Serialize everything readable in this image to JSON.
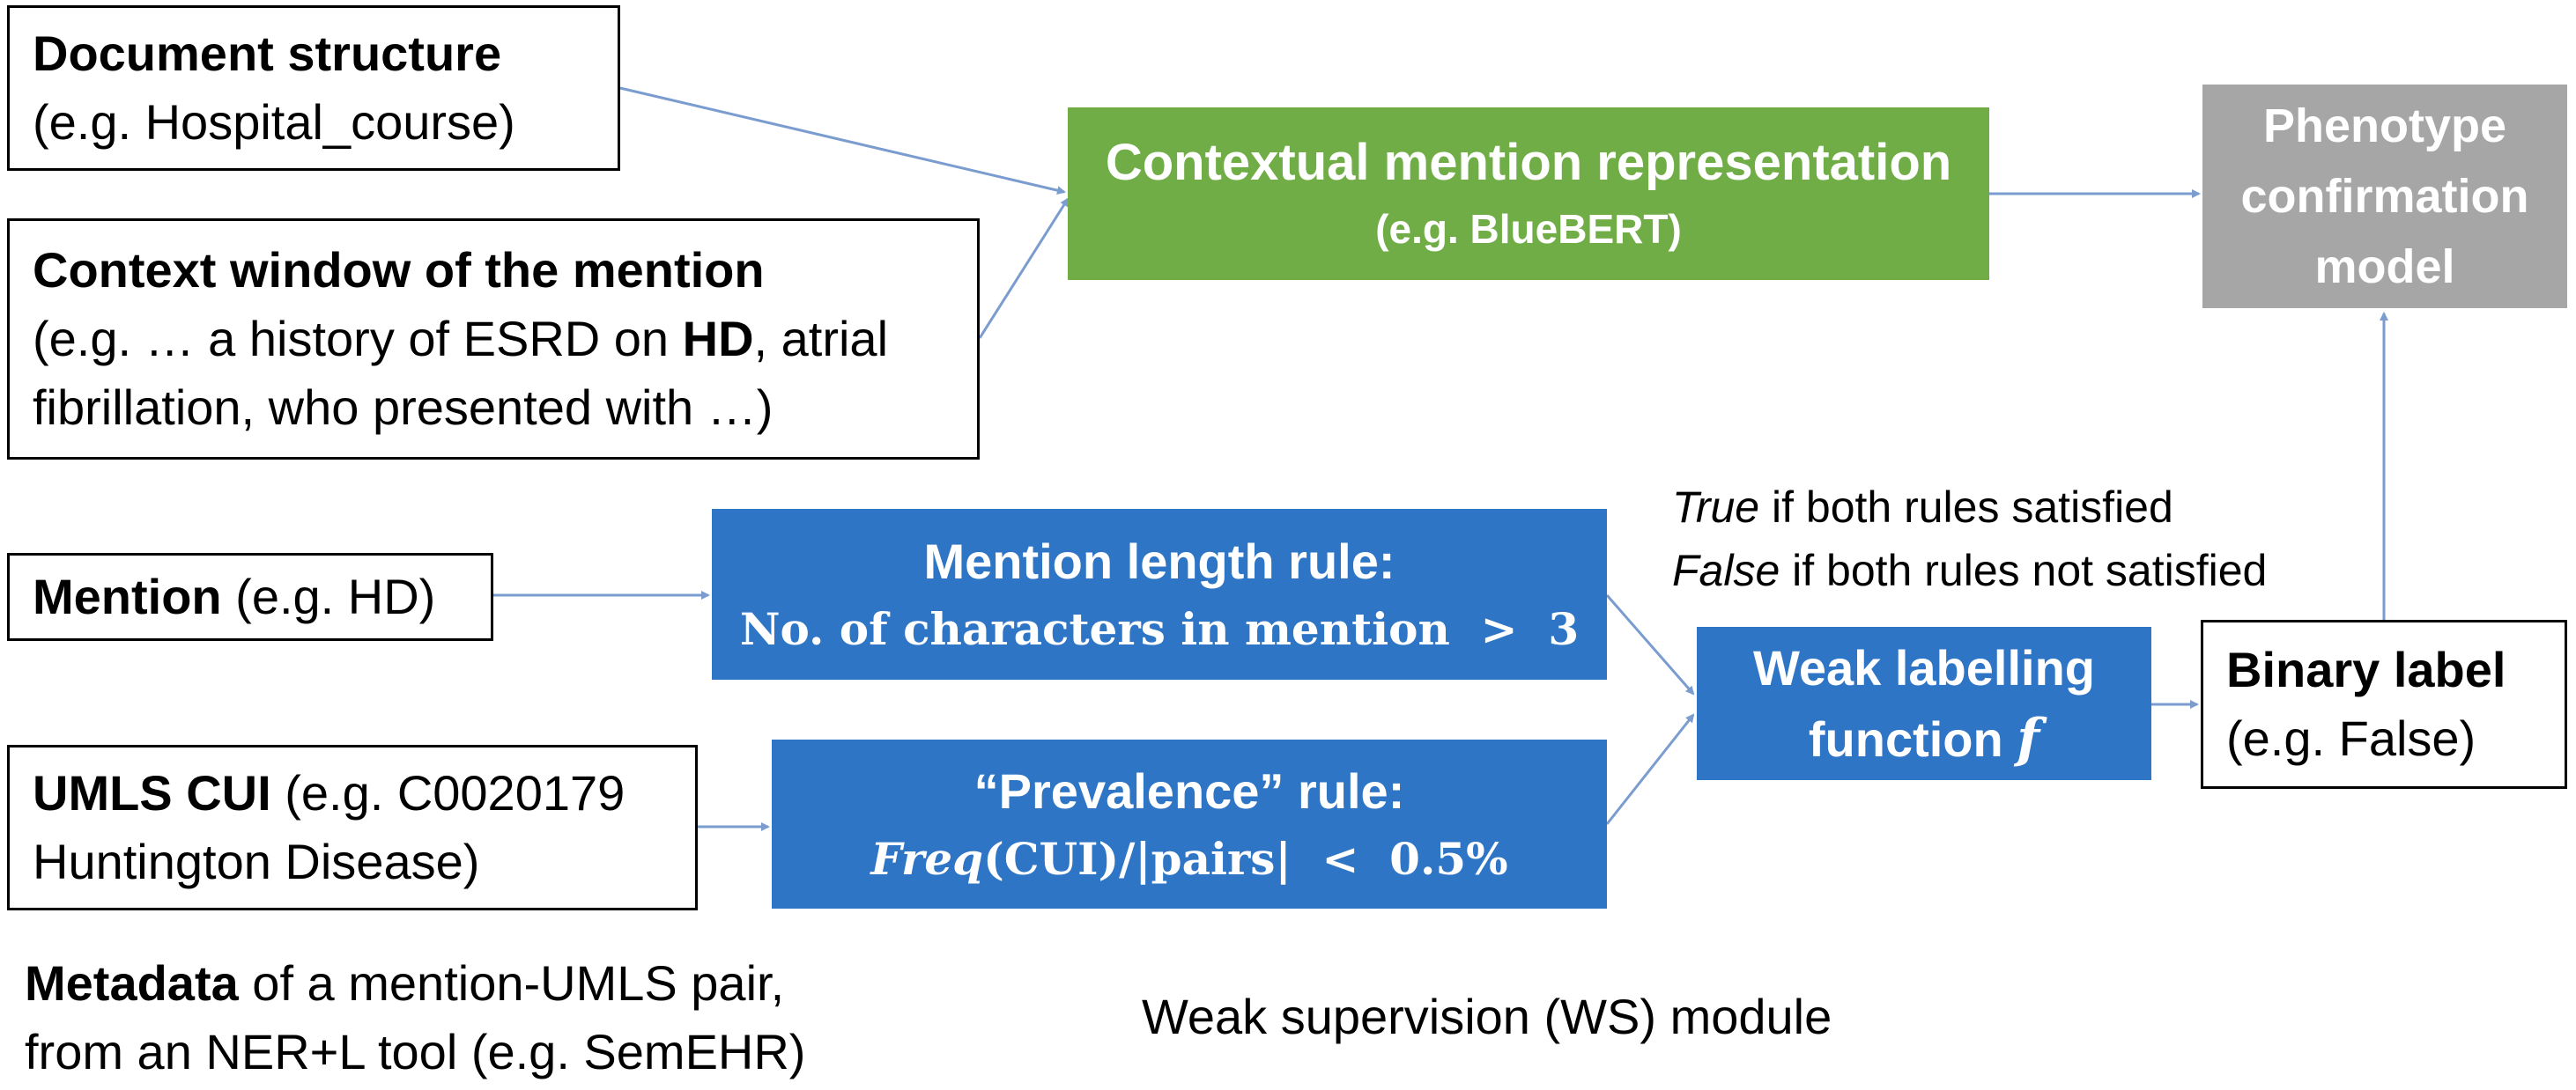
{
  "inputs": {
    "doc_structure": {
      "title": "Document structure",
      "example": "(e.g. Hospital_course)"
    },
    "context_window": {
      "title": "Context window of the mention",
      "line2_pre": "(e.g. … a history of ESRD on ",
      "line2_bold": "HD",
      "line2_post": ", atrial",
      "line3": "fibrillation, who presented with …)"
    },
    "mention": {
      "title": "Mention",
      "example": " (e.g. HD)"
    },
    "umls_cui": {
      "title": "UMLS CUI",
      "example_line1": " (e.g. C0020179",
      "example_line2": "Huntington Disease)"
    }
  },
  "contextual_box": {
    "line1": "Contextual mention representation",
    "line2": "(e.g. BlueBERT)"
  },
  "phenotype_box": {
    "line1": "Phenotype",
    "line2": "confirmation",
    "line3": "model"
  },
  "mention_rule": {
    "title": "Mention length rule:",
    "formula": "No. of characters in mention  >  3"
  },
  "prevalence_rule": {
    "title": "“Prevalence” rule:",
    "formula_italic": "Freq",
    "formula_rest": "(CUI)/|pairs|  <  0.5%"
  },
  "weak_function": {
    "line1": "Weak labelling",
    "line2_text": "function ",
    "line2_symbol": "f"
  },
  "binary_label": {
    "title": "Binary label",
    "example": "(e.g. False)"
  },
  "rules_note": {
    "true_word": "True",
    "true_rest": " if both rules satisfied",
    "false_word": "False",
    "false_rest": " if both rules not satisfied"
  },
  "metadata_caption": {
    "bold": "Metadata",
    "rest": " of a mention-UMLS pair,",
    "line2": "from an NER+L tool (e.g. SemEHR)"
  },
  "module_caption": "Weak supervision (WS) module",
  "colors": {
    "green": "#70ad47",
    "gray": "#a6a6a6",
    "blue": "#2e75c5",
    "arrow": "#7a9ccf"
  }
}
